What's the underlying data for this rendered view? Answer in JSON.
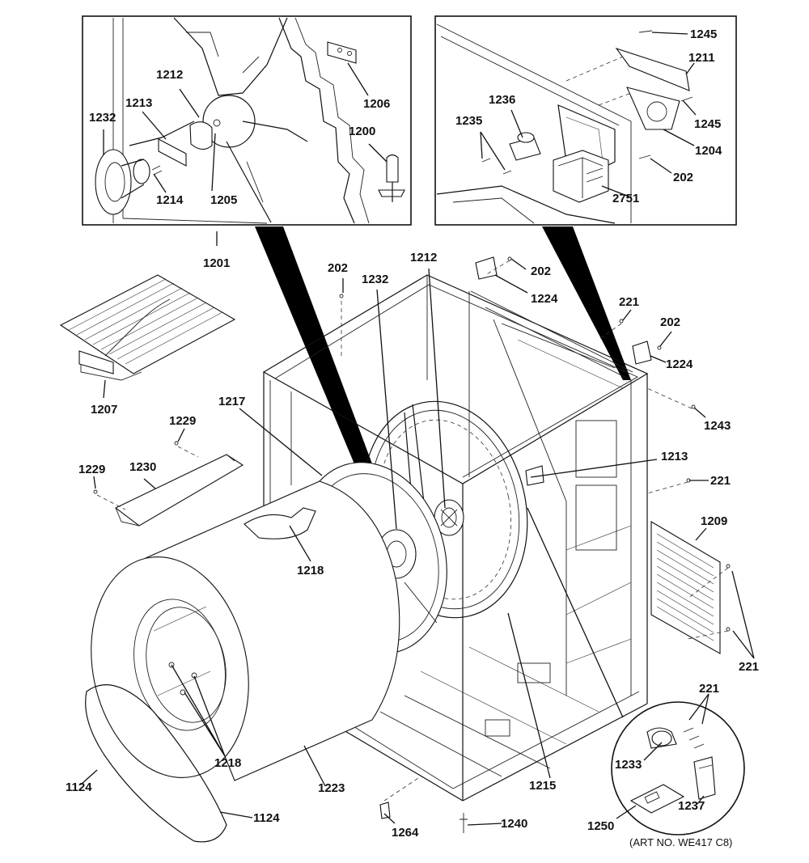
{
  "colors": {
    "ink": "#111111",
    "paper": "#ffffff"
  },
  "art_number": "(ART NO. WE417 C8)",
  "labels": {
    "l1232a": "1232",
    "l1213a": "1213",
    "l1212a": "1212",
    "l1214": "1214",
    "l1205": "1205",
    "l1206": "1206",
    "l1200": "1200",
    "l1201": "1201",
    "l1235": "1235",
    "l1236": "1236",
    "l1245a": "1245",
    "l1211": "1211",
    "l1245b": "1245",
    "l1204": "1204",
    "l202a": "202",
    "l2751": "2751",
    "l202b": "202",
    "l1232b": "1232",
    "l1212b": "1212",
    "l202c": "202",
    "l1224a": "1224",
    "l221a": "221",
    "l202d": "202",
    "l1224b": "1224",
    "l1243": "1243",
    "l1207": "1207",
    "l1217": "1217",
    "l1229a": "1229",
    "l1229b": "1229",
    "l1230": "1230",
    "l1218a": "1218",
    "l1213b": "1213",
    "l221b": "221",
    "l1209": "1209",
    "l221c": "221",
    "l221d": "221",
    "l1233": "1233",
    "l1237": "1237",
    "l1250": "1250",
    "l1218b": "1218",
    "l1124a": "1124",
    "l1124b": "1124",
    "l1223": "1223",
    "l1264": "1264",
    "l1240": "1240",
    "l1215": "1215"
  }
}
